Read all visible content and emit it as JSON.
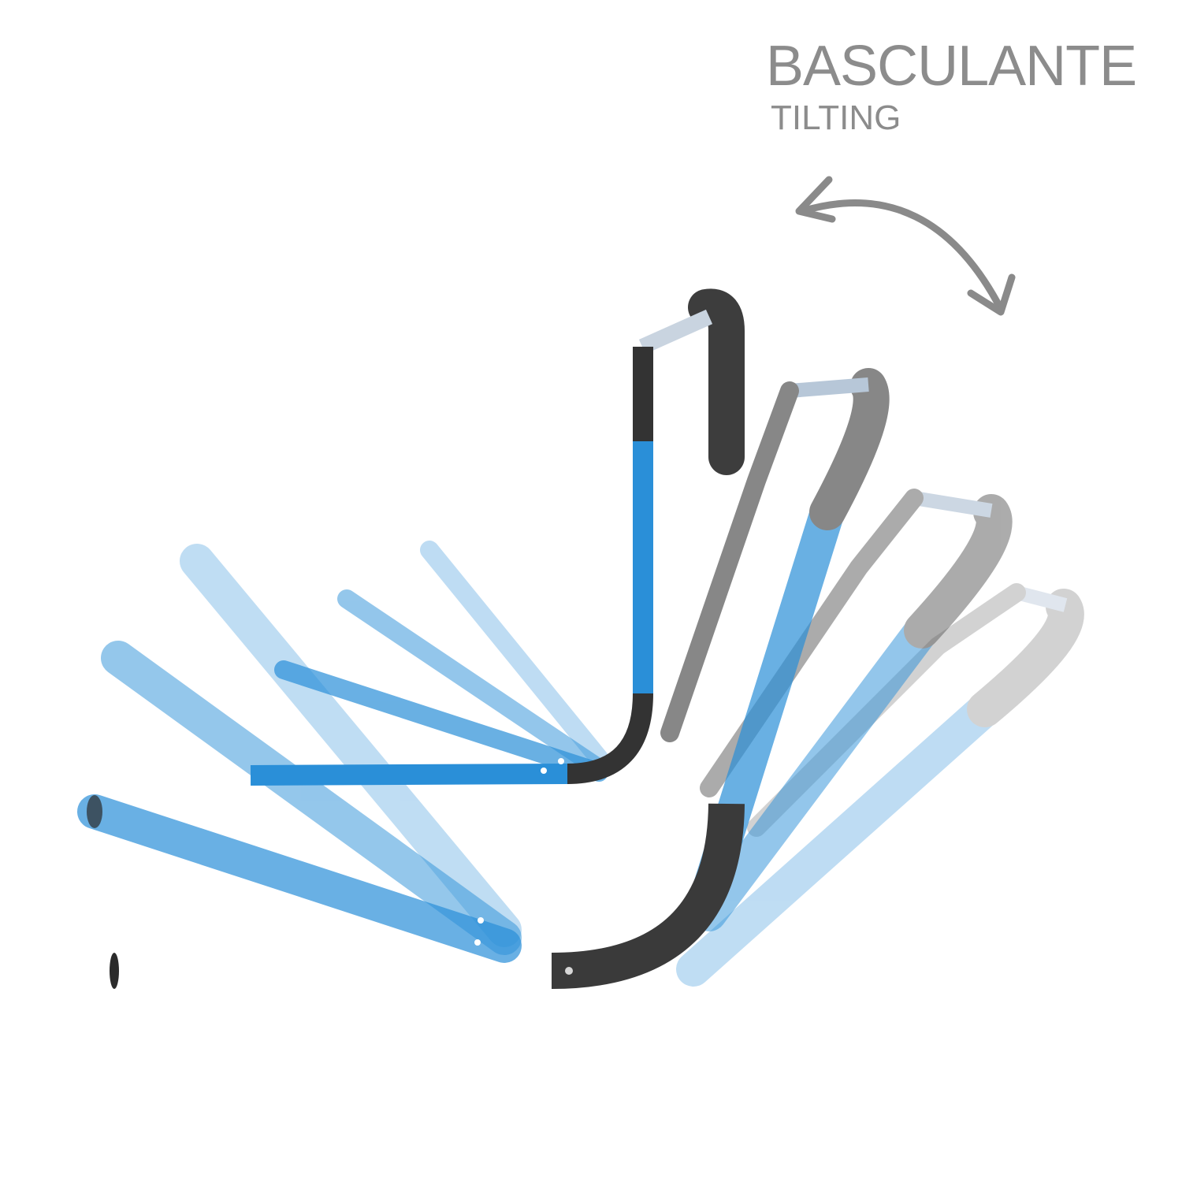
{
  "label": {
    "title": "BASCULANTE",
    "subtitle": "TILTING"
  },
  "colors": {
    "text": "#8c8c8c",
    "tube_blue": "#2a8fd8",
    "tube_blue_light": "#8fc4ee",
    "grip_dark": "#3a3a3a",
    "grip_grey": "#9a9a9a",
    "arrow": "#8a8a8a",
    "background": "#ffffff"
  },
  "icons": {
    "tilt_arrow": "double-headed-curved-arrow-icon"
  },
  "positions": [
    {
      "name": "frame-position-1",
      "opacity": 1.0
    },
    {
      "name": "frame-position-2",
      "opacity": 0.7
    },
    {
      "name": "frame-position-3",
      "opacity": 0.5
    },
    {
      "name": "frame-position-4",
      "opacity": 0.3
    }
  ]
}
